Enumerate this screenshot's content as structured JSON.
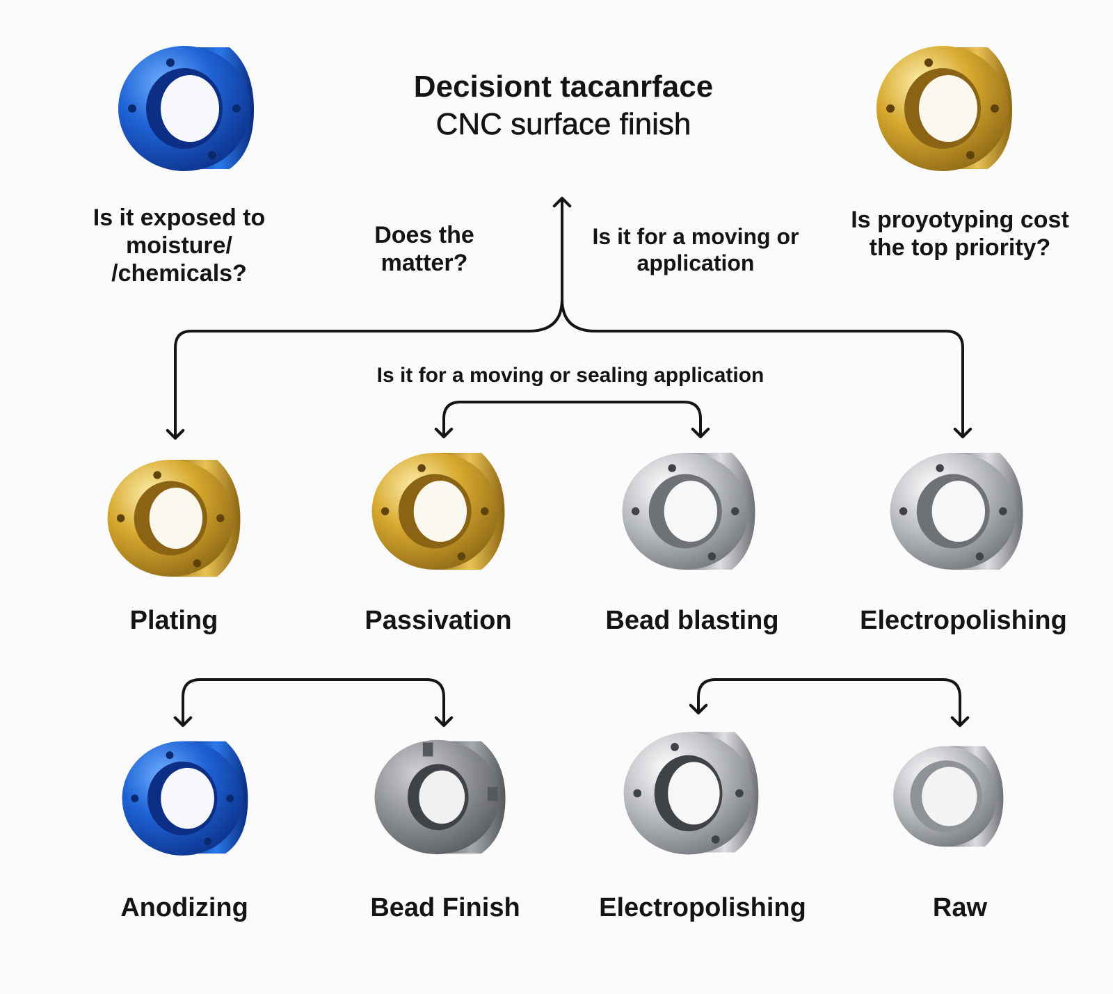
{
  "title": {
    "line1": "Decisiont tacanrface",
    "line2": "CNC surface finish"
  },
  "questions": {
    "moisture": {
      "lines": [
        "Is it exposed to",
        "moisture/",
        "/chemicals?"
      ]
    },
    "matter": {
      "lines": [
        "Does the",
        "matter?"
      ]
    },
    "moving": {
      "lines": [
        "Is it for a moving or",
        "application"
      ]
    },
    "cost": {
      "lines": [
        "Is proyotyping cost",
        "the top priority?"
      ]
    }
  },
  "branch_label": "Is it for a moving or sealing application",
  "finishes": {
    "row1": [
      "Plating",
      "Passivation",
      "Bead blasting",
      "Electropolishing"
    ],
    "row2": [
      "Anodizing",
      "Bead Finish",
      "Electropolishing",
      "Raw"
    ]
  },
  "colors": {
    "anodized_blue": "#1f63d6",
    "gold": "#d7a92f",
    "steel": "#b9bcc0",
    "bead_grey": "#8f9296",
    "line": "#151515"
  },
  "icons": {
    "part_top_left": "blue-anodized-part-icon",
    "part_top_right": "gold-part-icon",
    "plating": "gold-part-icon",
    "passivation": "gold-part-icon",
    "bead_blasting": "silver-textured-part-icon",
    "electropolishing_row1": "silver-polished-part-icon",
    "anodizing": "blue-anodized-part-icon",
    "bead_finish": "grey-matte-part-icon",
    "electropolishing_row2": "silver-polished-part-icon",
    "raw": "plain-steel-ring-icon"
  }
}
